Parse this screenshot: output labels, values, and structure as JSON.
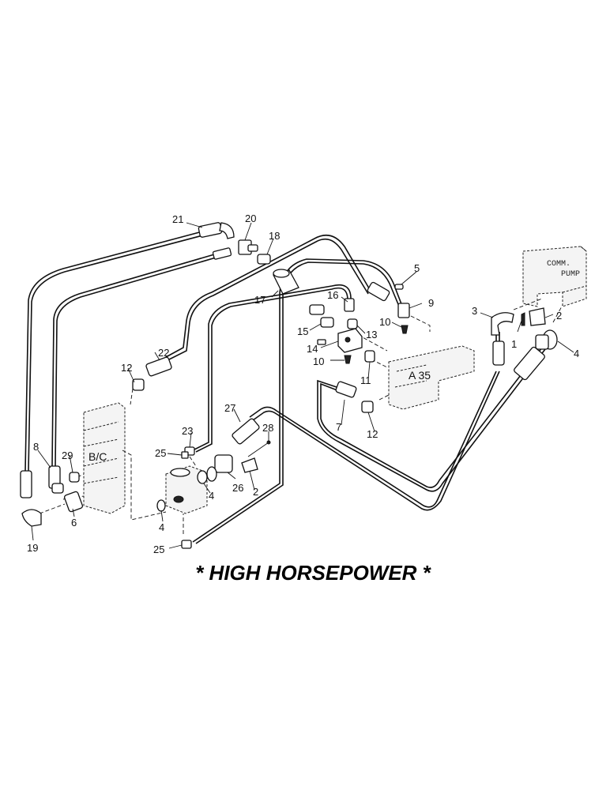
{
  "title": "* HIGH HORSEPOWER *",
  "component_labels": {
    "comm_pump_line1": "COMM.",
    "comm_pump_line2": "PUMP",
    "valve_a": "A 35",
    "valve_bc": "B/C"
  },
  "callouts": [
    {
      "id": "c21",
      "text": "21"
    },
    {
      "id": "c20",
      "text": "20"
    },
    {
      "id": "c18",
      "text": "18"
    },
    {
      "id": "c5",
      "text": "5"
    },
    {
      "id": "c17",
      "text": "17"
    },
    {
      "id": "c16",
      "text": "16"
    },
    {
      "id": "c9",
      "text": "9"
    },
    {
      "id": "c3",
      "text": "3"
    },
    {
      "id": "c2a",
      "text": "2"
    },
    {
      "id": "c10a",
      "text": "10"
    },
    {
      "id": "c15",
      "text": "15"
    },
    {
      "id": "c13",
      "text": "13"
    },
    {
      "id": "c1",
      "text": "1"
    },
    {
      "id": "c4a",
      "text": "4"
    },
    {
      "id": "c14",
      "text": "14"
    },
    {
      "id": "c22",
      "text": "22"
    },
    {
      "id": "c10b",
      "text": "10"
    },
    {
      "id": "c11",
      "text": "11"
    },
    {
      "id": "c12a",
      "text": "12"
    },
    {
      "id": "c27",
      "text": "27"
    },
    {
      "id": "c7",
      "text": "7"
    },
    {
      "id": "c12b",
      "text": "12"
    },
    {
      "id": "c23",
      "text": "23"
    },
    {
      "id": "c28",
      "text": "28"
    },
    {
      "id": "c25a",
      "text": "25"
    },
    {
      "id": "c8",
      "text": "8"
    },
    {
      "id": "c29",
      "text": "29"
    },
    {
      "id": "c2b",
      "text": "2"
    },
    {
      "id": "c4b",
      "text": "4"
    },
    {
      "id": "c26",
      "text": "26"
    },
    {
      "id": "c6",
      "text": "6"
    },
    {
      "id": "c4c",
      "text": "4"
    },
    {
      "id": "c19",
      "text": "19"
    },
    {
      "id": "c25b",
      "text": "25"
    }
  ]
}
